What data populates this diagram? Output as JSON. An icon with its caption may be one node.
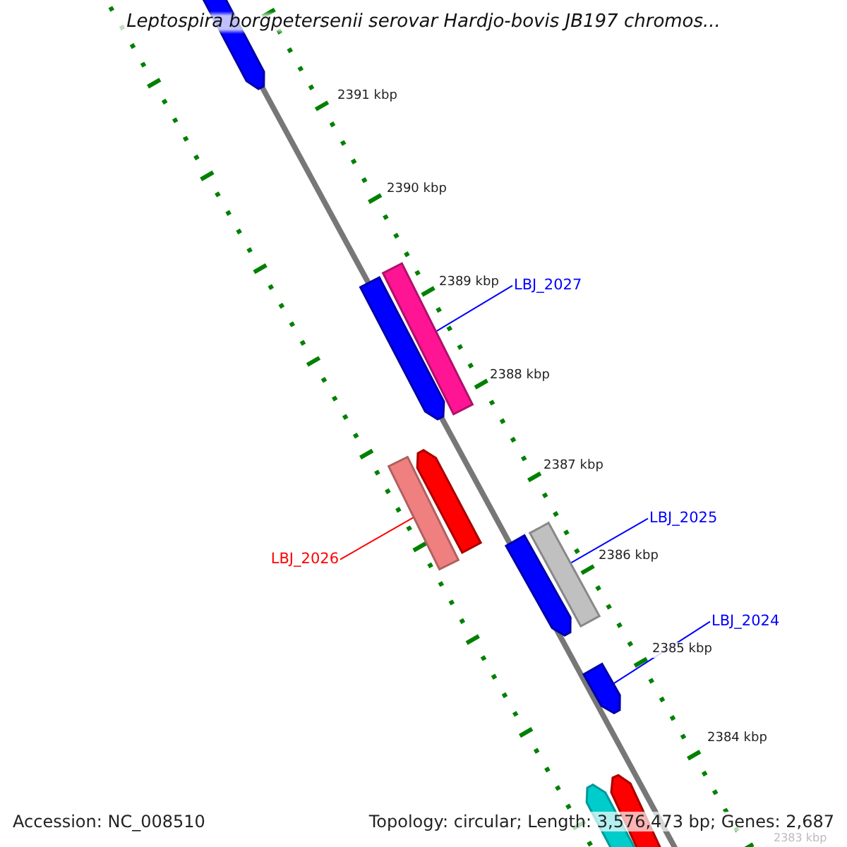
{
  "diagram": {
    "title": "Leptospira borgpetersenii serovar Hardjo-bovis JB197 chromos...",
    "nodes": [
      {
        "text": [],
        "shape": "arrow"
      },
      {
        "text": [],
        "shape": "arrow"
      },
      {
        "text": [],
        "shape": "bar"
      },
      {
        "text": [
          "LBJ_2027"
        ]
      },
      {
        "text": [],
        "shape": "bar"
      },
      {
        "text": [],
        "shape": "arrow"
      },
      {
        "text": [
          "LBJ_2025"
        ]
      },
      {
        "text": [
          "LBJ_2026"
        ]
      },
      {
        "text": [],
        "shape": "arrow"
      },
      {
        "text": [],
        "shape": "bar"
      },
      {
        "text": [
          "LBJ_2024"
        ]
      },
      {
        "text": [],
        "shape": "arrow"
      },
      {
        "text": [],
        "shape": "arrow"
      },
      {
        "text": [],
        "shape": "arrow"
      }
    ],
    "edges": [
      {
        "from": 3,
        "to": 2,
        "arrow": "none"
      },
      {
        "from": 6,
        "to": 9,
        "arrow": "none"
      },
      {
        "from": 7,
        "to": 4,
        "arrow": "none",
        "color": "#ff0000"
      },
      {
        "from": 10,
        "to": 11,
        "arrow": "none"
      }
    ],
    "labels": [
      "2391 kbp",
      "2390 kbp",
      "2389 kbp",
      "2388 kbp",
      "2387 kbp",
      "2386 kbp",
      "2385 kbp",
      "2384 kbp",
      "Accession: NC_008510",
      "Topology: circular; Length: 3,576,473 bp; Genes: 2,687",
      "2383 kbp"
    ]
  }
}
